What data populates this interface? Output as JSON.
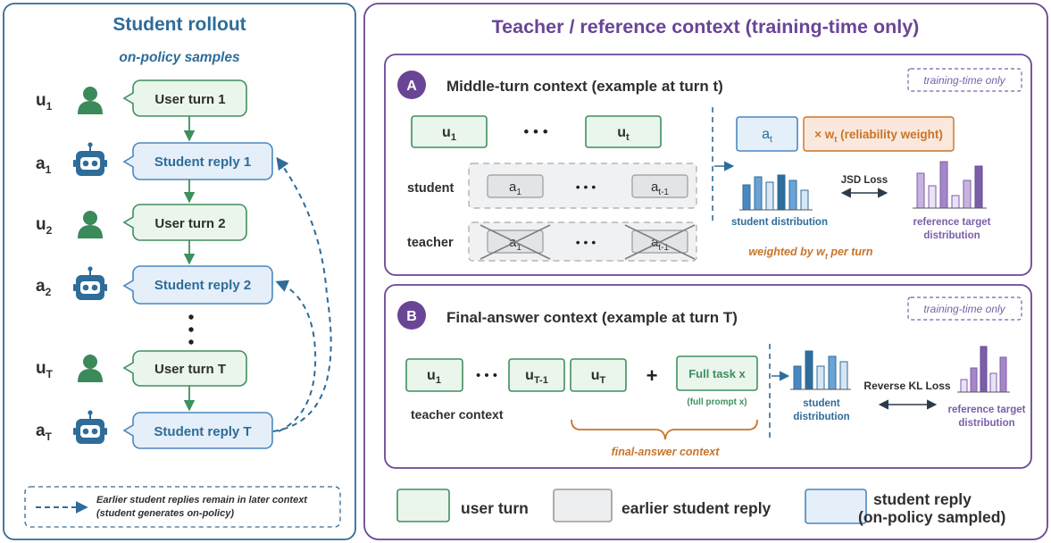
{
  "colors": {
    "blue_title": "#2e6c99",
    "purple_title": "#6a4596",
    "green_border": "#3f8f5e",
    "green_fill": "#eaf5ec",
    "blue_border": "#4a87c0",
    "blue_fill": "#e4eff9",
    "gray_border": "#9a9a9a",
    "gray_fill": "#eceef0",
    "orange": "#c8742a",
    "orange_fill": "#fbe8dc",
    "purple_border": "#7b5ea8",
    "dashed_arrow": "#2e6c99"
  },
  "left_panel": {
    "title": "Student rollout",
    "subtitle": "on-policy samples",
    "user_label_1": "u",
    "user_sub_1": "1",
    "agent_label_1": "a",
    "agent_sub_1": "1",
    "user_label_2": "u",
    "user_sub_2": "2",
    "agent_label_2": "a",
    "agent_sub_2": "2",
    "user_label_T": "u",
    "user_sub_T": "T",
    "agent_label_T": "a",
    "agent_sub_T": "T",
    "bubbles": {
      "user_turn_1": "User turn 1",
      "student_reply_1": "Student reply 1",
      "user_turn_2": "User turn 2",
      "student_reply_2": "Student reply 2",
      "user_turn_T": "User turn T",
      "student_reply_T": "Student reply T"
    },
    "icons": {
      "user": "person-icon",
      "agent": "robot-icon",
      "ellipsis": "vertical-ellipsis"
    },
    "note_line_1": "Earlier student replies remain in later context",
    "note_line_2": "(student generates on-policy)"
  },
  "right_panel": {
    "title": "Teacher / reference context (training-time only)",
    "section_a": {
      "badge": "A",
      "title": "Middle-turn context (example at turn t)",
      "tag": "training-time only",
      "u1": "u",
      "u1_sub": "1",
      "ut": "u",
      "ut_sub": "t",
      "dots": "• • •",
      "student_label": "student",
      "teacher_label": "teacher",
      "a1": "a",
      "a1_sub": "1",
      "at1": "a",
      "at1_sub": "t-1",
      "at": "a",
      "at_sub": "t",
      "weight_prefix": "× w",
      "weight_sub": "t",
      "weight_suffix": " (reliability weight)",
      "loss": "JSD Loss",
      "student_dist": "student distribution",
      "ref_dist_1": "reference target",
      "ref_dist_2": "distribution",
      "weighted_prefix": "weighted by w",
      "weighted_sub": "t",
      "weighted_suffix": " per turn"
    },
    "section_b": {
      "badge": "B",
      "title": "Final-answer context (example at turn T)",
      "tag": "training-time only",
      "u1": "u",
      "u1_sub": "1",
      "uT1": "u",
      "uT1_sub": "T-1",
      "uT": "u",
      "uT_sub": "T",
      "dots": "• • •",
      "plus": "+",
      "full_task": "Full task x",
      "full_prompt": "(full prompt x)",
      "teacher_context": "teacher context",
      "final_answer_context": "final-answer context",
      "loss": "Reverse KL Loss",
      "student_dist_1": "student",
      "student_dist_2": "distribution",
      "ref_dist_1": "reference target",
      "ref_dist_2": "distribution"
    },
    "legend": {
      "user_turn": "user turn",
      "earlier_reply": "earlier student reply",
      "student_reply_1": "student reply",
      "student_reply_2": "(on-policy sampled)"
    }
  }
}
